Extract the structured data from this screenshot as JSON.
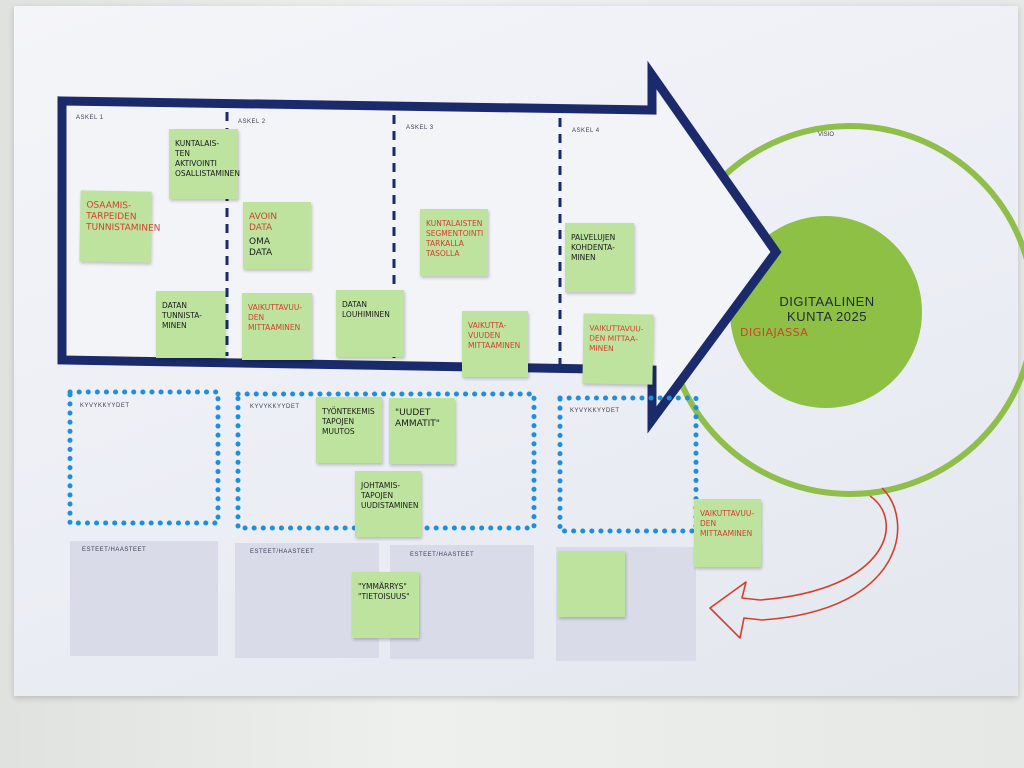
{
  "steps": [
    "ASKEL 1",
    "ASKEL 2",
    "ASKEL 3",
    "ASKEL 4"
  ],
  "vision_label": "VISIO",
  "goal": {
    "title_line1": "DIGITAALINEN",
    "title_line2": "KUNTA 2025",
    "note": "DIGIAJASSA"
  },
  "capability_label": "KYVYKKYYDET",
  "obstacle_label": "ESTEET/HAASTEET",
  "notes": {
    "n1": "OSAAMIS-\nTARPEIDEN\nTUNNISTAMINEN",
    "n2": "KUNTALAIS-\nTEN\nAKTIVOINTI\nOSALLISTAMINEN",
    "n3a": "AVOIN\nDATA",
    "n3b": "OMA\nDATA",
    "n4": "KUNTALAISTEN\nSEGMENTOINTI\nTARKALLA\nTASOLLA",
    "n5": "PALVELUJEN\nKOHDENTA-\nMINEN",
    "n6": "DATAN\nTUNNISTA-\nMINEN",
    "n7": "VAIKUTTAVUU-\nDEN\nMITTAAMINEN",
    "n8": "DATAN\nLOUHIMINEN",
    "n9": "VAIKUTTA-\nVUUDEN\nMITTAAMINEN",
    "n10": "VAIKUTTAVUU-\nDEN MITTAA-\nMINEN",
    "n11": "TYÖNTEKEMIS\nTAPOJEN\nMUUTOS",
    "n12": "\"UUDET\nAMMATIT\"",
    "n13": "JOHTAMIS-\nTAPOJEN\nUUDISTAMINEN",
    "n14": "VAIKUTTAVUU-\nDEN\nMITTAAMINEN",
    "n15": "\"YMMÄRRYS\"\n\"TIETOISUUS\"",
    "n16": ""
  },
  "colors": {
    "arrow": "#1b2a6b",
    "dots": "#1e8fd8",
    "green_ring": "#8fbf4a",
    "green_fill": "#8dc044",
    "note": "#bde39e",
    "marker_red": "#d2402c"
  }
}
